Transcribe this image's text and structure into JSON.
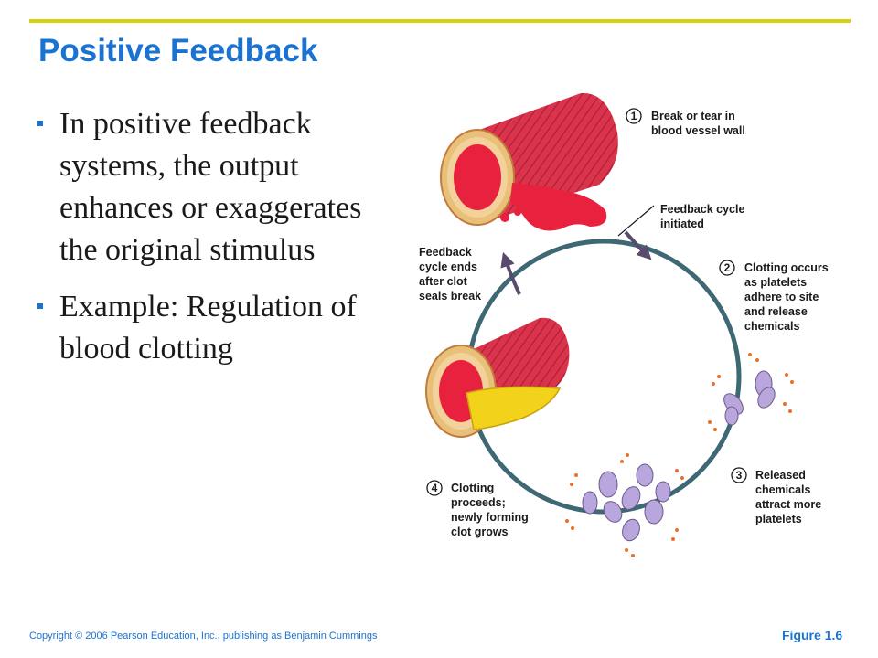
{
  "slide": {
    "title": "Positive Feedback",
    "bullets": [
      "In positive feedback systems, the output enhances or exaggerates the original stimulus",
      "Example: Regulation of blood clotting"
    ],
    "accent_color": "#1a73d1",
    "rule_color": "#d9d10f"
  },
  "figure": {
    "steps": [
      {
        "number": "1",
        "lines": [
          "Break or tear in",
          "blood vessel wall"
        ]
      },
      {
        "number": "2",
        "lines": [
          "Clotting occurs",
          "as platelets",
          "adhere to site",
          "and release",
          "chemicals"
        ]
      },
      {
        "number": "3",
        "lines": [
          "Released",
          "chemicals",
          "attract more",
          "platelets"
        ]
      },
      {
        "number": "4",
        "lines": [
          "Clotting",
          "proceeds;",
          "newly forming",
          "clot grows"
        ]
      }
    ],
    "cycle_initiated": [
      "Feedback cycle",
      "initiated"
    ],
    "cycle_ends": [
      "Feedback",
      "cycle ends",
      "after clot",
      "seals break"
    ],
    "colors": {
      "cycle": "#3e6874",
      "vessel": "#d9344c",
      "blood": "#e8213f",
      "clot": "#f2d21a",
      "platelet": "#b9a6dc",
      "chemical": "#e8702a"
    }
  },
  "footer": {
    "copyright": "Copyright © 2006 Pearson Education, Inc., publishing as Benjamin Cummings",
    "figure_label": "Figure 1.6"
  }
}
